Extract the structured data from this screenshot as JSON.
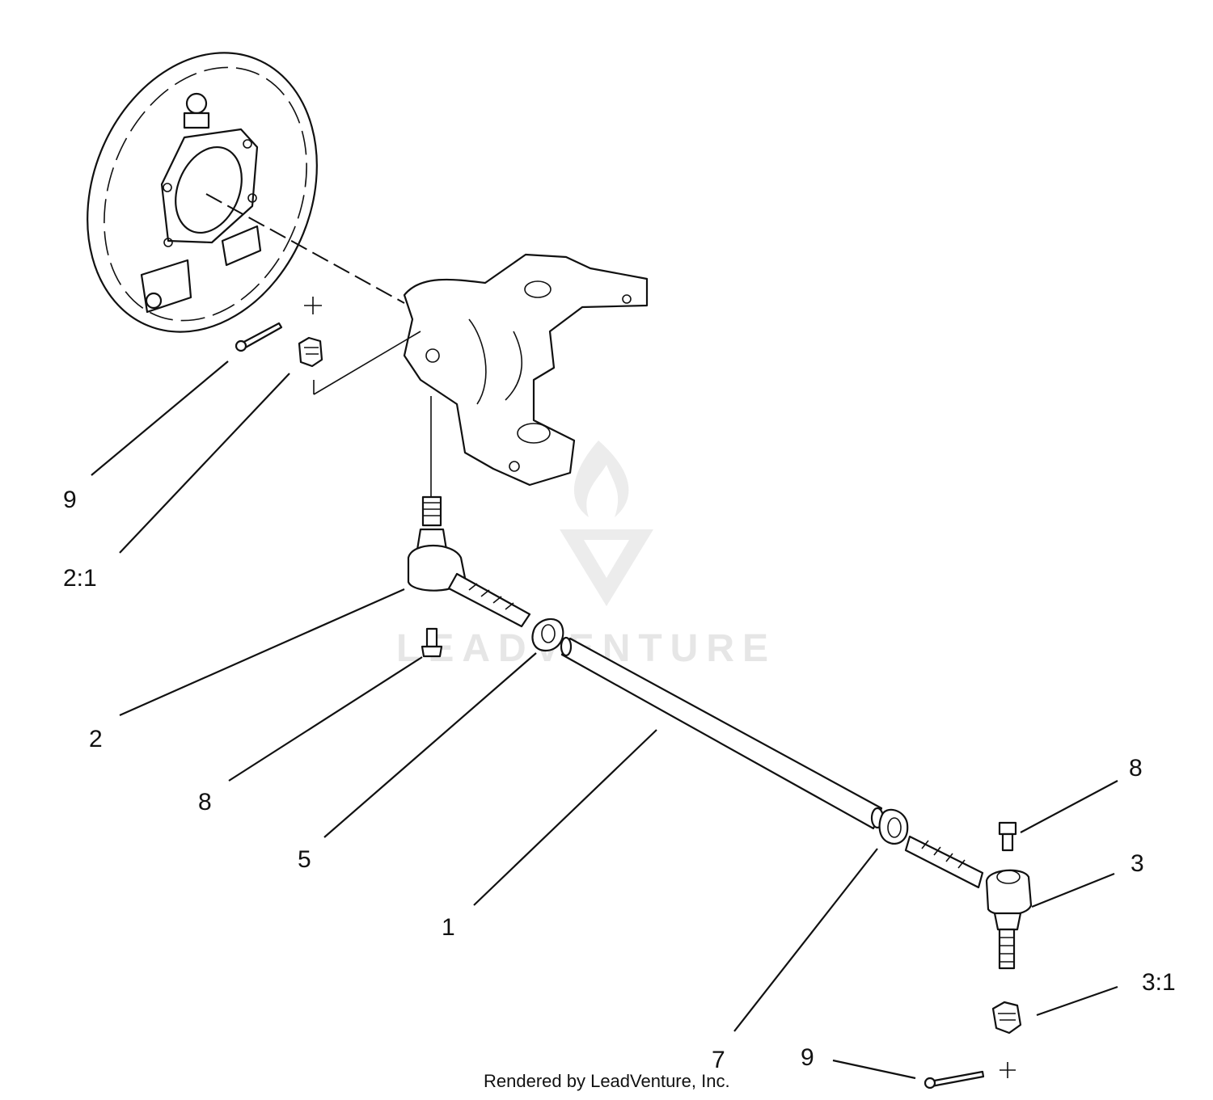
{
  "diagram": {
    "watermark": "LEADVENTURE",
    "footer": "Rendered by LeadVenture, Inc."
  },
  "callouts": [
    {
      "id": "c-9-top",
      "label": "9"
    },
    {
      "id": "c-2-1",
      "label": "2:1"
    },
    {
      "id": "c-2",
      "label": "2"
    },
    {
      "id": "c-8-left",
      "label": "8"
    },
    {
      "id": "c-5",
      "label": "5"
    },
    {
      "id": "c-1",
      "label": "1"
    },
    {
      "id": "c-7",
      "label": "7"
    },
    {
      "id": "c-9-bottom",
      "label": "9"
    },
    {
      "id": "c-8-right",
      "label": "8"
    },
    {
      "id": "c-3",
      "label": "3"
    },
    {
      "id": "c-3-1",
      "label": "3:1"
    }
  ]
}
